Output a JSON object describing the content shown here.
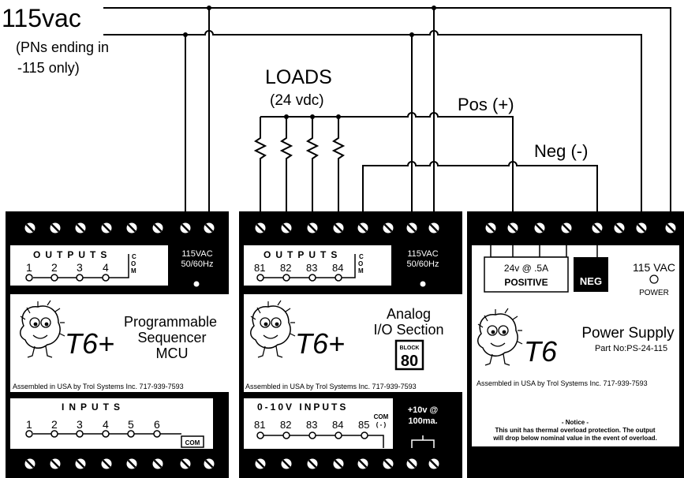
{
  "supply": {
    "voltage": "115vac",
    "note1": "(PNs ending in",
    "note2": "-115 only)"
  },
  "loads": {
    "title": "LOADS",
    "subtitle": "(24 vdc)",
    "pos": "Pos (+)",
    "neg": "Neg (-)"
  },
  "mcu": {
    "outputs_title": "OUTPUTS",
    "outputs": [
      "1",
      "2",
      "3",
      "4"
    ],
    "com_label": "COM",
    "power_label_1": "115VAC",
    "power_label_2": "50/60Hz",
    "name_1": "Programmable",
    "name_2": "Sequencer",
    "name_3": "MCU",
    "logo": "T6+",
    "assembled": "Assembled in USA  by Trol Systems Inc. 717-939-7593",
    "inputs_title": "INPUTS",
    "inputs": [
      "1",
      "2",
      "3",
      "4",
      "5",
      "6"
    ],
    "inputs_com": "COM"
  },
  "analog": {
    "outputs_title": "OUTPUTS",
    "outputs": [
      "81",
      "82",
      "83",
      "84"
    ],
    "com_label": "COM",
    "power_label_1": "115VAC",
    "power_label_2": "50/60Hz",
    "name_1": "Analog",
    "name_2": "I/O Section",
    "block_label": "BLOCK",
    "block_number": "80",
    "logo": "T6+",
    "assembled": "Assembled in USA  by Trol Systems Inc. 717-939-7593",
    "inputs_title": "0-10V INPUTS",
    "inputs": [
      "81",
      "82",
      "83",
      "84",
      "85"
    ],
    "inputs_com_1": "COM",
    "inputs_com_2": "( - )",
    "ref_1": "+10v @",
    "ref_2": "100ma."
  },
  "psu": {
    "pos_1": "24v @ .5A",
    "pos_2": "POSITIVE",
    "neg": "NEG",
    "vac": "115 VAC",
    "power": "POWER",
    "logo": "T6",
    "name": "Power Supply",
    "part": "Part No:PS-24-115",
    "assembled": "Assembled in USA by Trol Systems Inc.  717-939-7593",
    "notice_title": "- Notice -",
    "notice_1": "This unit has thermal overload protection. The output",
    "notice_2": "will drop below nominal value in the event of overload."
  }
}
